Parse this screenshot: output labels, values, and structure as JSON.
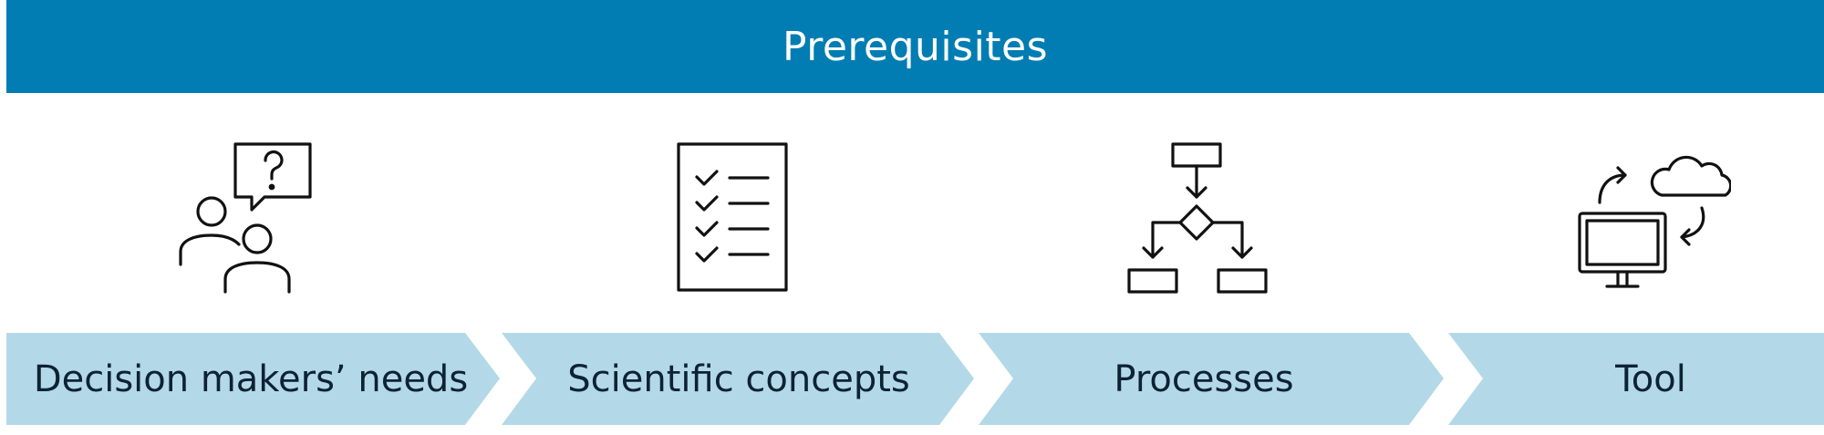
{
  "header": {
    "title": "Prerequisites"
  },
  "colors": {
    "header_bg": "#027db3",
    "header_text": "#ffffff",
    "step_bg": "#b3d9e8",
    "step_text": "#0d2233",
    "icon_stroke": "#111111"
  },
  "steps": [
    {
      "label": "Decision makers’ needs",
      "icon": "people-question-icon"
    },
    {
      "label": "Scientific concepts",
      "icon": "checklist-icon"
    },
    {
      "label": "Processes",
      "icon": "flowchart-icon"
    },
    {
      "label": "Tool",
      "icon": "computer-cloud-sync-icon"
    }
  ]
}
